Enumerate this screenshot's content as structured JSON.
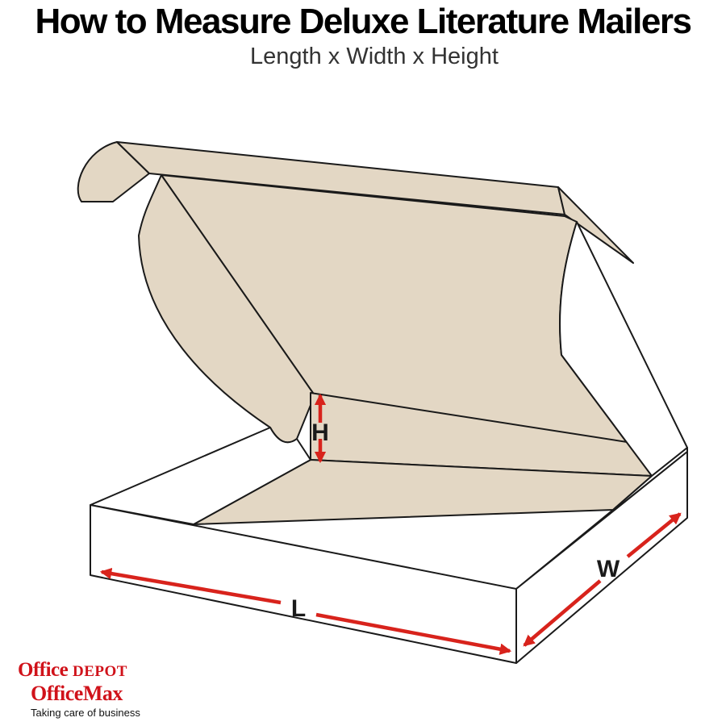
{
  "header": {
    "title": "How to Measure Deluxe Literature Mailers",
    "subtitle": "Length x Width x Height"
  },
  "dimensions": {
    "length": "L",
    "width": "W",
    "height": "H"
  },
  "colors": {
    "box_interior": "#e3d7c4",
    "box_exterior": "#ffffff",
    "outline": "#1a1a1a",
    "arrow": "#d8231c",
    "brand_red": "#d0121a"
  },
  "brand": {
    "line1_a": "Office ",
    "line1_b": "DEPOT",
    "line2": "OfficeMax",
    "tagline": "Taking care of business"
  }
}
